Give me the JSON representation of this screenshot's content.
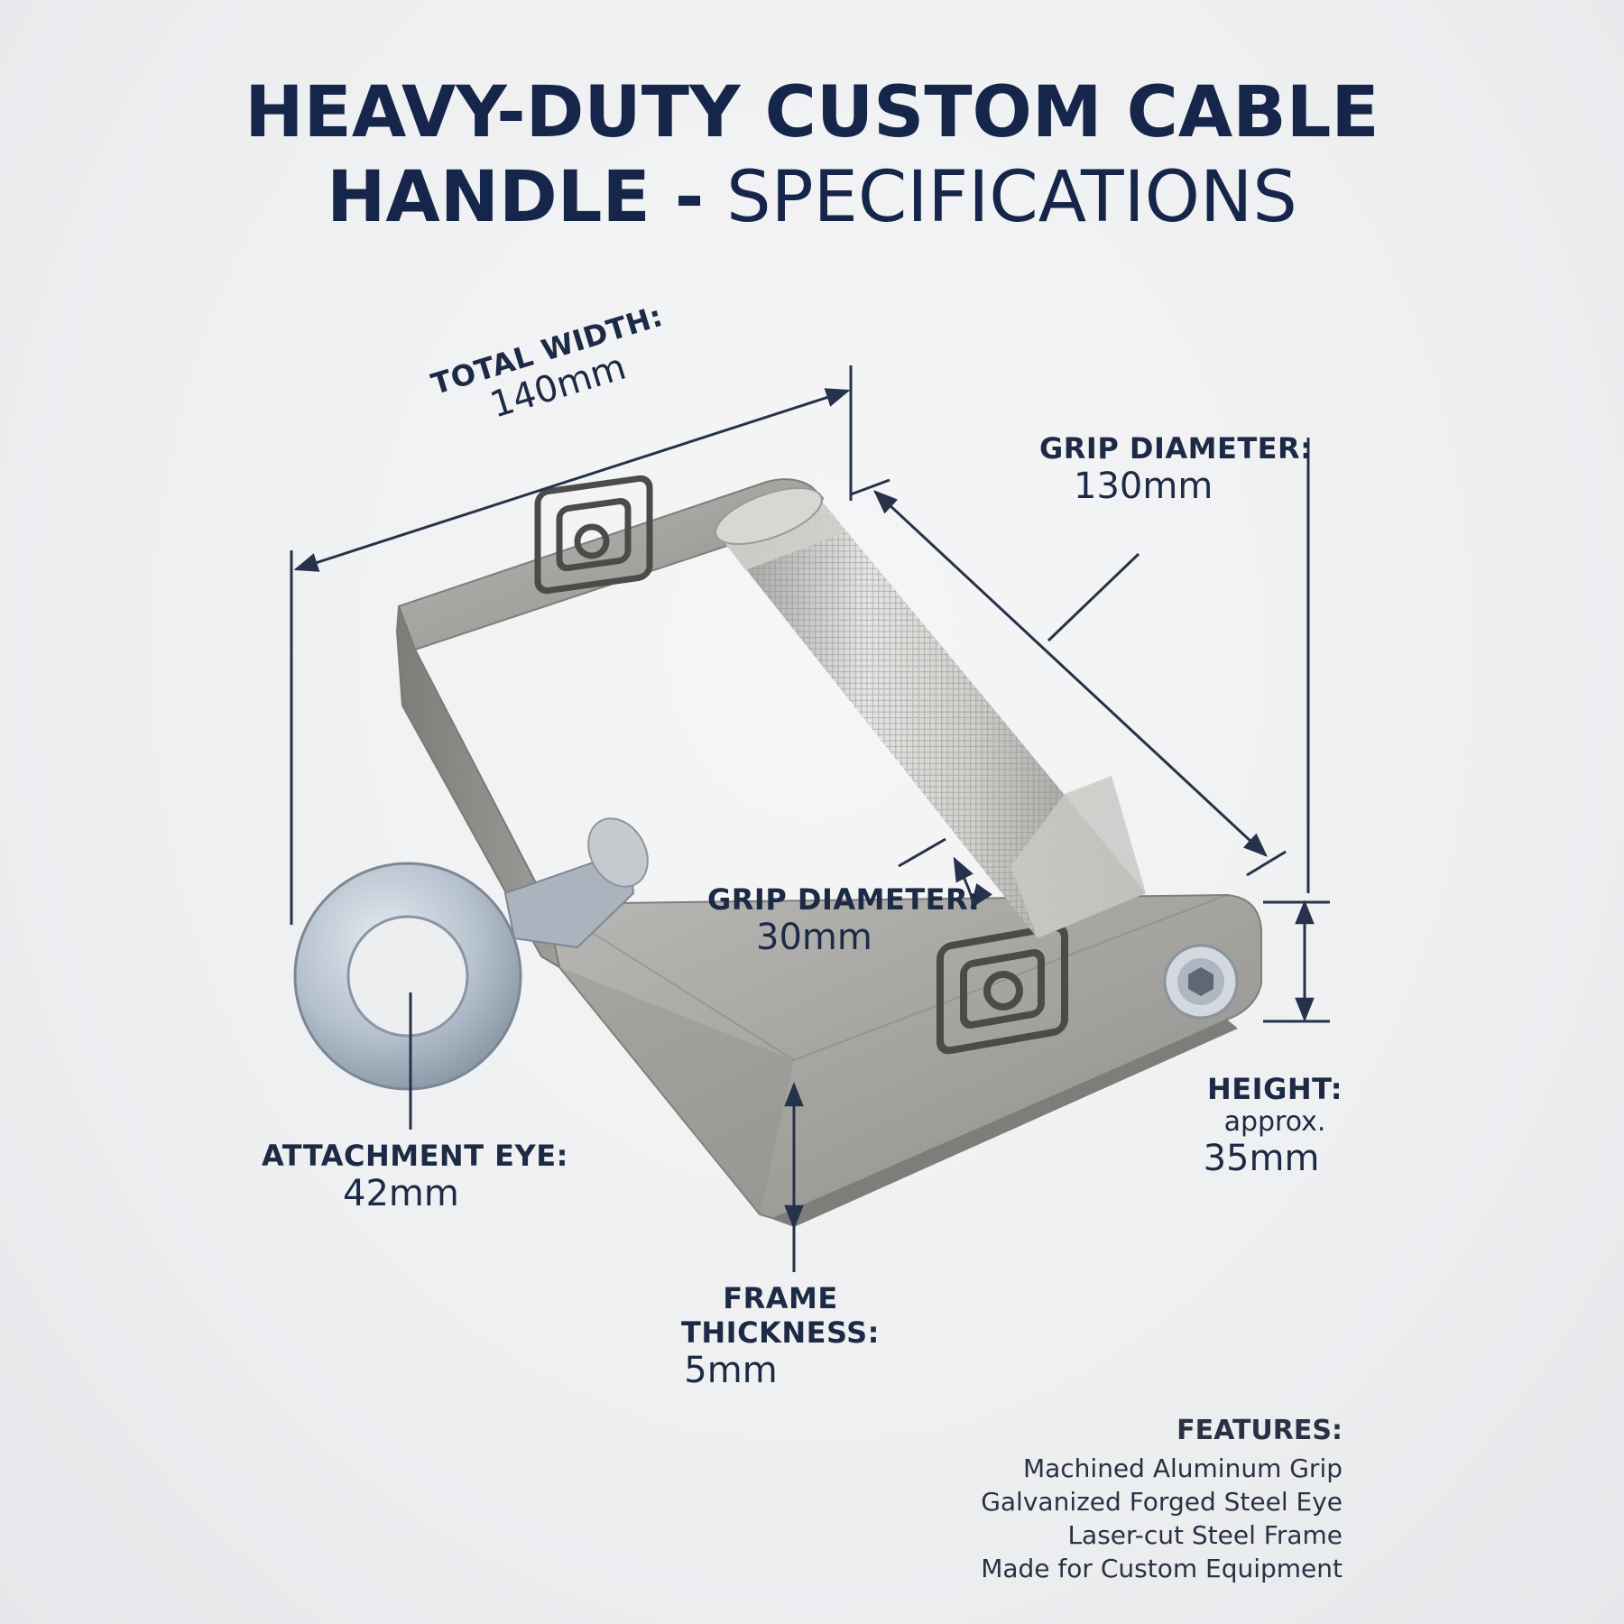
{
  "title": {
    "line1": "HEAVY-DUTY CUSTOM CABLE",
    "line2_bold": "HANDLE -",
    "line2_normal": "SPECIFICATIONS"
  },
  "labels": {
    "total_width": {
      "name": "TOTAL WIDTH:",
      "value": "140mm"
    },
    "grip_length": {
      "name": "GRIP DIAMETER:",
      "value": "130mm"
    },
    "grip_diameter": {
      "name": "GRIP DIAMETER:",
      "value": "30mm"
    },
    "height": {
      "name": "HEIGHT:",
      "note": "approx.",
      "value": "35mm"
    },
    "attachment_eye": {
      "name": "ATTACHMENT EYE:",
      "value": "42mm"
    },
    "frame_thickness": {
      "name": "FRAME THICKNESS:",
      "value": "5mm"
    }
  },
  "features": {
    "heading": "FEATURES:",
    "items": [
      "Machined Aluminum Grip",
      "Galvanized Forged Steel Eye",
      "Laser-cut Steel Frame",
      "Made for Custom Equipment"
    ]
  },
  "colors": {
    "title": "#15264a",
    "dimension_line": "#26324a",
    "frame": "#a9a8a4",
    "grip": "#c9c9c6",
    "eye": "#b9c4cf"
  }
}
